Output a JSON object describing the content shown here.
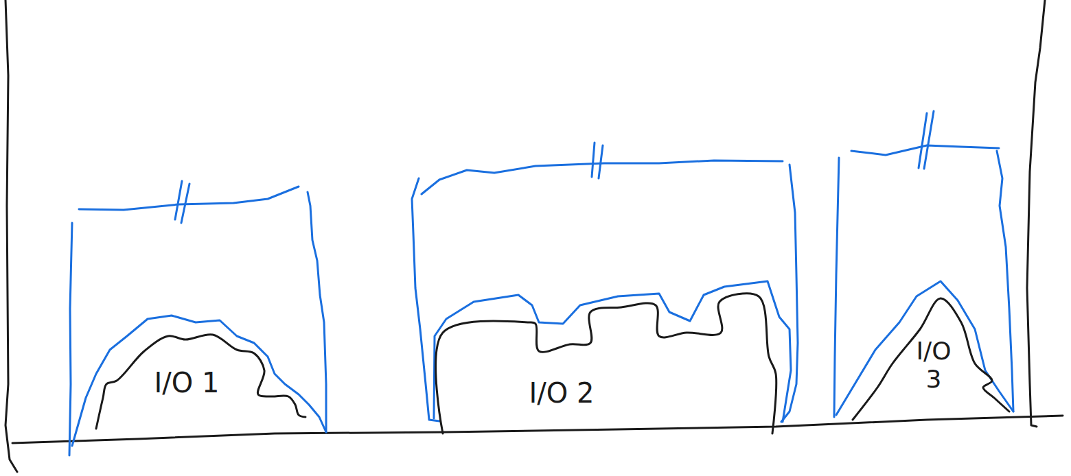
{
  "diagram": {
    "nodes": [
      {
        "text": [
          "I/O 1"
        ]
      },
      {
        "text": [
          "I/O 2"
        ]
      },
      {
        "text": [
          "I/O 3"
        ]
      }
    ]
  }
}
